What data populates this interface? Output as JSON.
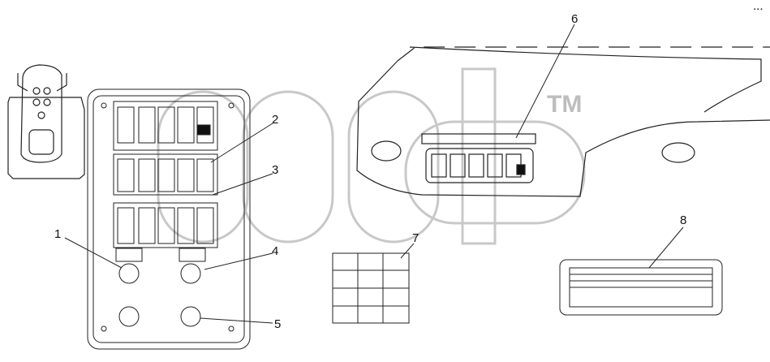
{
  "callouts": [
    "1",
    "2",
    "3",
    "4",
    "5",
    "6",
    "7",
    "8"
  ],
  "watermark": {
    "text": "TM"
  },
  "top_right_mark": "..."
}
